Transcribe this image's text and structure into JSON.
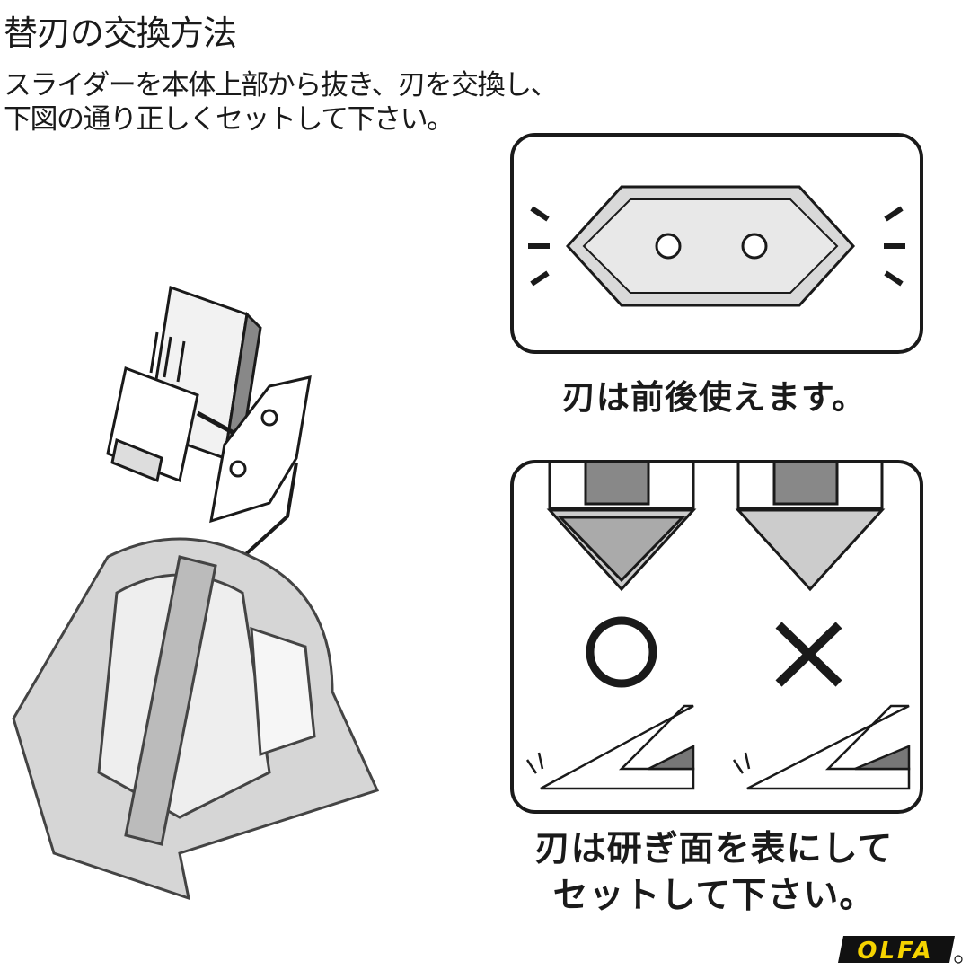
{
  "header": {
    "title": "替刃の交換方法",
    "instructions": [
      "スライダーを本体上部から抜き、刃を交換し、",
      "下図の通り正しくセットして下さい。"
    ]
  },
  "panels": {
    "reversible_caption": "刃は前後使えます。",
    "correct_mark": "○",
    "wrong_mark": "×",
    "orientation_caption": [
      "刃は研ぎ面を表にして",
      "セットして下さい。"
    ]
  },
  "brand": {
    "logo_text": "OLFA",
    "logo_color": "#f5d300",
    "logo_bg": "#111111"
  }
}
